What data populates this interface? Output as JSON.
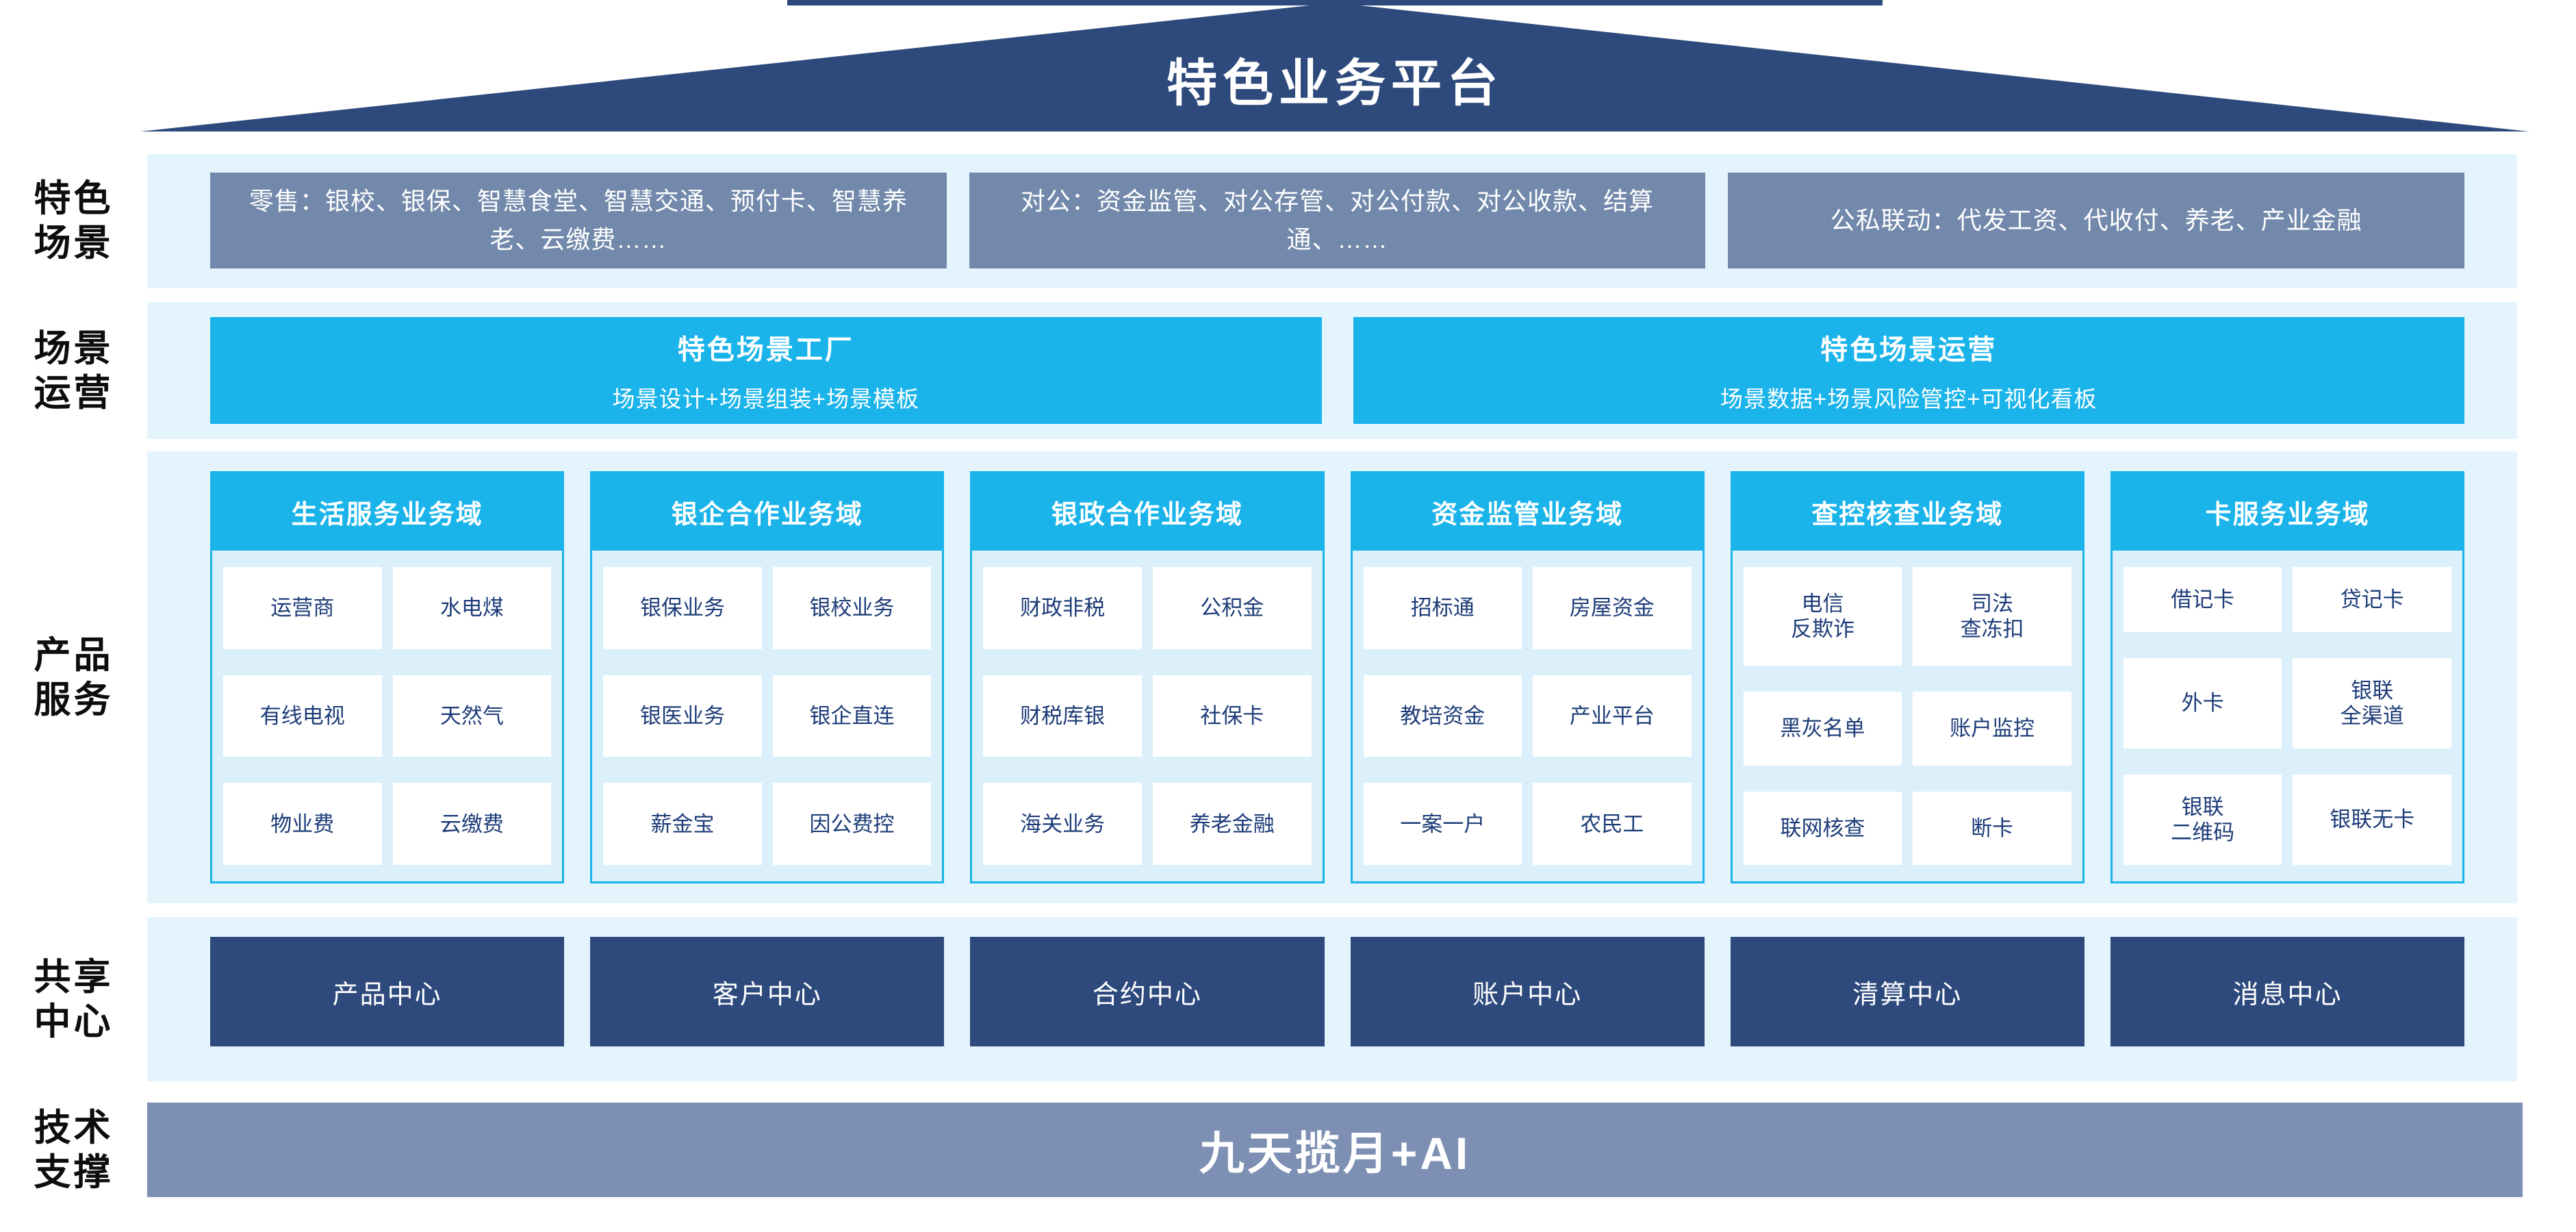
{
  "platform": {
    "title": "特色业务平台"
  },
  "side_labels": [
    "特色\n场景",
    "场景\n运营",
    "产品\n服务",
    "共享\n中心",
    "技术\n支撑"
  ],
  "scene_row": {
    "boxes": [
      "零售：银校、银保、智慧食堂、智慧交通、预付卡、智慧养老、云缴费……",
      "对公：资金监管、对公存管、对公付款、对公收款、结算通、……",
      "公私联动：代发工资、代收付、养老、产业金融"
    ]
  },
  "ops_row": {
    "boxes": [
      {
        "title": "特色场景工厂",
        "subtitle": "场景设计+场景组装+场景模板"
      },
      {
        "title": "特色场景运营",
        "subtitle": "场景数据+场景风险管控+可视化看板"
      }
    ]
  },
  "product_row": {
    "columns": [
      {
        "header": "生活服务业务域",
        "cells": [
          "运营商",
          "水电煤",
          "有线电视",
          "天然气",
          "物业费",
          "云缴费"
        ]
      },
      {
        "header": "银企合作业务域",
        "cells": [
          "银保业务",
          "银校业务",
          "银医业务",
          "银企直连",
          "薪金宝",
          "因公费控"
        ]
      },
      {
        "header": "银政合作业务域",
        "cells": [
          "财政非税",
          "公积金",
          "财税库银",
          "社保卡",
          "海关业务",
          "养老金融"
        ]
      },
      {
        "header": "资金监管业务域",
        "cells": [
          "招标通",
          "房屋资金",
          "教培资金",
          "产业平台",
          "一案一户",
          "农民工"
        ]
      },
      {
        "header": "查控核查业务域",
        "cells": [
          "电信\n反欺诈",
          "司法\n查冻扣",
          "黑灰名单",
          "账户监控",
          "联网核查",
          "断卡"
        ]
      },
      {
        "header": "卡服务业务域",
        "cells": [
          "借记卡",
          "贷记卡",
          "外卡",
          "银联\n全渠道",
          "银联\n二维码",
          "银联无卡"
        ]
      }
    ]
  },
  "share_row": {
    "boxes": [
      "产品中心",
      "客户中心",
      "合约中心",
      "账户中心",
      "清算中心",
      "消息中心"
    ]
  },
  "tech_row": {
    "label": "九天揽月+AI"
  },
  "colors": {
    "navy": "#2e4a7c",
    "gray_blue_box": "#7289ab",
    "cyan": "#1ab4ea",
    "band_light_blue": "#e4f4fd",
    "column_body": "#dcf0fb",
    "cell_text_navy": "#1d3c78",
    "tech_bar_gray": "#7d8fb3",
    "white": "#ffffff"
  }
}
